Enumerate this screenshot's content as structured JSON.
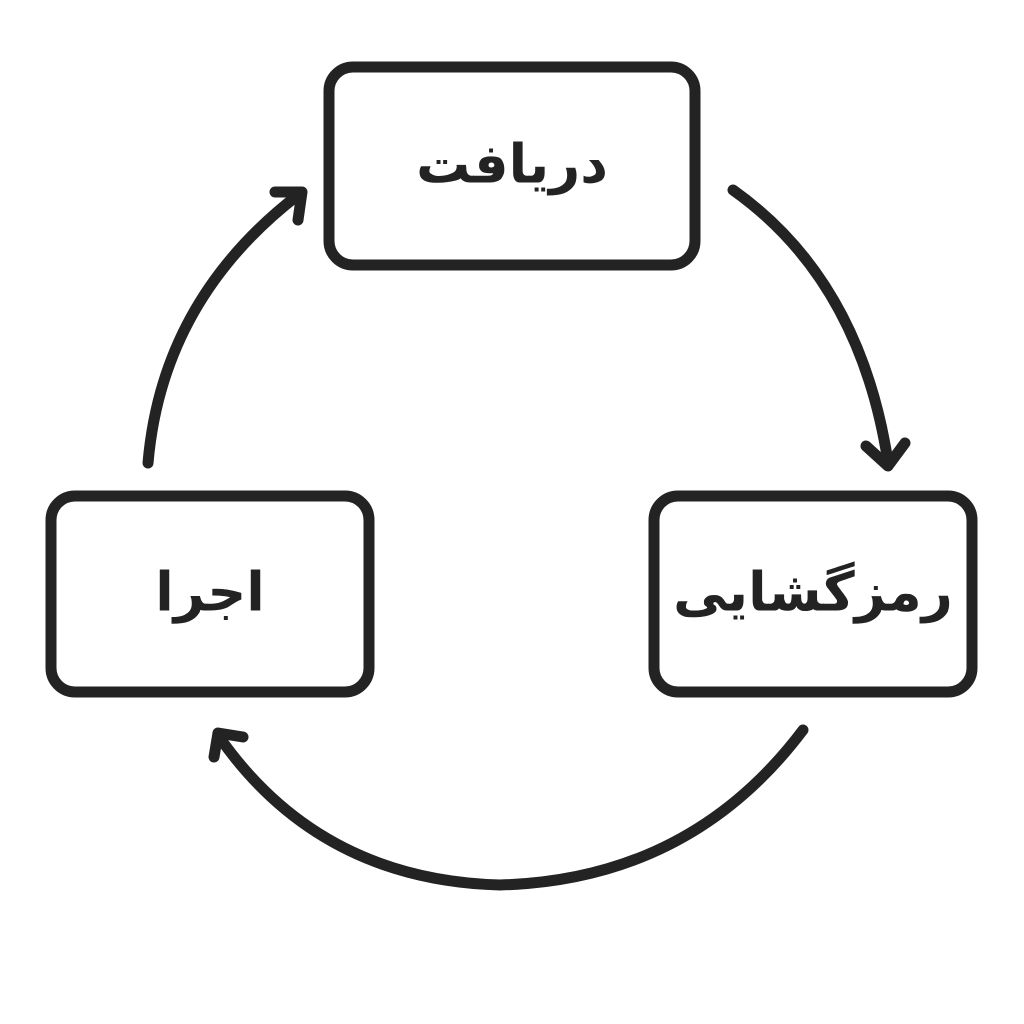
{
  "diagram": {
    "type": "cycle",
    "stroke_color": "#232323",
    "background_color": "#ffffff",
    "steps": [
      {
        "label": "دریافت"
      },
      {
        "label": "رمزگشایی"
      },
      {
        "label": "اجرا"
      }
    ],
    "connections": [
      {
        "from": "دریافت",
        "to": "رمزگشایی"
      },
      {
        "from": "رمزگشایی",
        "to": "اجرا"
      },
      {
        "from": "اجرا",
        "to": "دریافت"
      }
    ]
  }
}
